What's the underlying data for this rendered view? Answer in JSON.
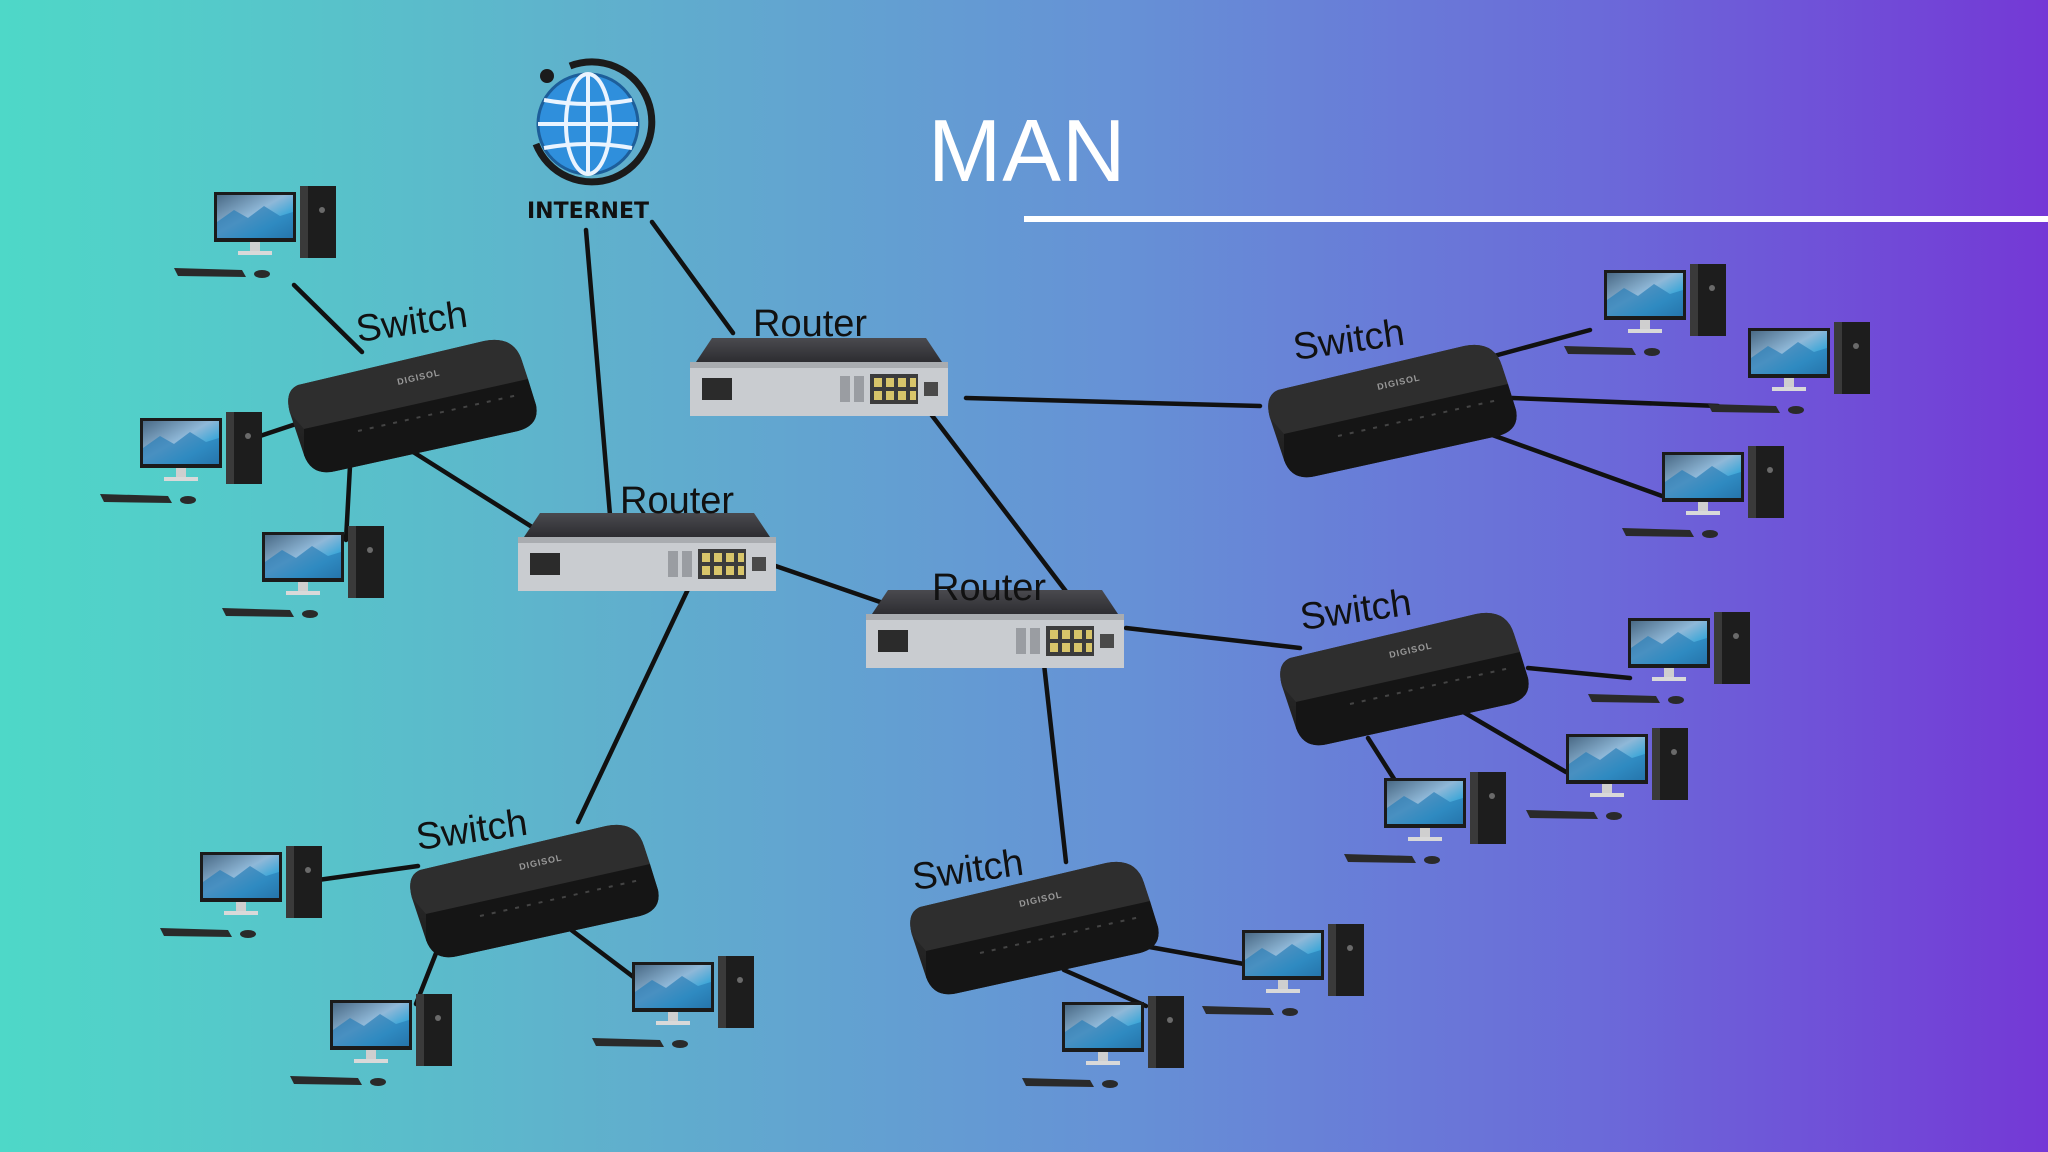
{
  "title": "MAN",
  "internet": {
    "label": "INTERNET"
  },
  "routers": [
    {
      "id": "r1",
      "label": "Router"
    },
    {
      "id": "r2",
      "label": "Router"
    },
    {
      "id": "r3",
      "label": "Router"
    }
  ],
  "switches": [
    {
      "id": "s1",
      "label": "Switch",
      "brand": "DIGISOL"
    },
    {
      "id": "s2",
      "label": "Switch",
      "brand": "DIGISOL"
    },
    {
      "id": "s3",
      "label": "Switch",
      "brand": "DIGISOL"
    },
    {
      "id": "s4",
      "label": "Switch",
      "brand": "DIGISOL"
    },
    {
      "id": "s5",
      "label": "Switch",
      "brand": "DIGISOL"
    }
  ],
  "links": [
    [
      "internet",
      "r2"
    ],
    [
      "internet",
      "r1"
    ],
    [
      "r1",
      "r3"
    ],
    [
      "r1",
      "s1"
    ],
    [
      "r1",
      "s2"
    ],
    [
      "r2",
      "r3"
    ],
    [
      "r2",
      "s3"
    ],
    [
      "r3",
      "s4"
    ],
    [
      "r3",
      "s5"
    ]
  ],
  "colors": {
    "line": "#111111",
    "title": "#ffffff",
    "globe": "#2f8fdc",
    "device": "#1f1f1f"
  },
  "icons": [
    "globe-icon",
    "router-icon",
    "switch-icon",
    "desktop-computer-icon"
  ]
}
